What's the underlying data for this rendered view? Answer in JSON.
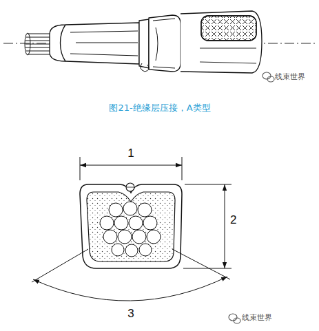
{
  "diagram": {
    "caption": "图21-绝缘层压接，A类型",
    "labels": [
      "线束世界",
      "1",
      "2",
      "3",
      "线束世界"
    ]
  }
}
